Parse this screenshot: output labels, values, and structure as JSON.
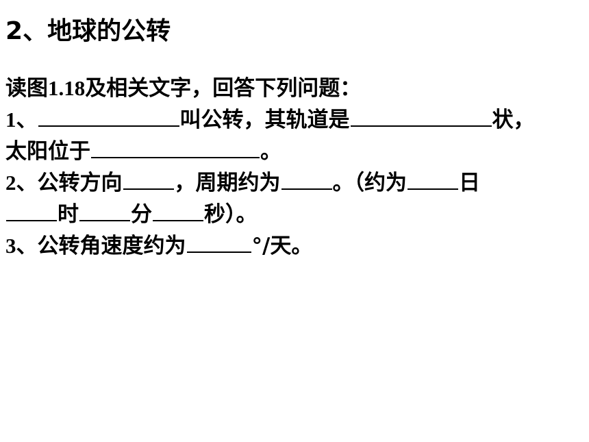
{
  "title": {
    "number": "2",
    "text": "、地球的公转"
  },
  "intro": {
    "prefix": "读图",
    "figure": "1.18",
    "suffix": "及相关文字，回答下列问题："
  },
  "q1": {
    "number": "1",
    "part1": "、",
    "part2": "叫公转，其轨道是",
    "part3": "状，",
    "part4": "太阳位于",
    "part5": "。"
  },
  "q2": {
    "number": "2",
    "part1": "、公转方向",
    "part2": "，周期约为",
    "part3": "。（约为",
    "part4": "日",
    "part5": "时",
    "part6": "分",
    "part7": "秒）。"
  },
  "q3": {
    "number": "3",
    "part1": "、公转角速度约为",
    "part2": "°",
    "part3": "/天。"
  }
}
